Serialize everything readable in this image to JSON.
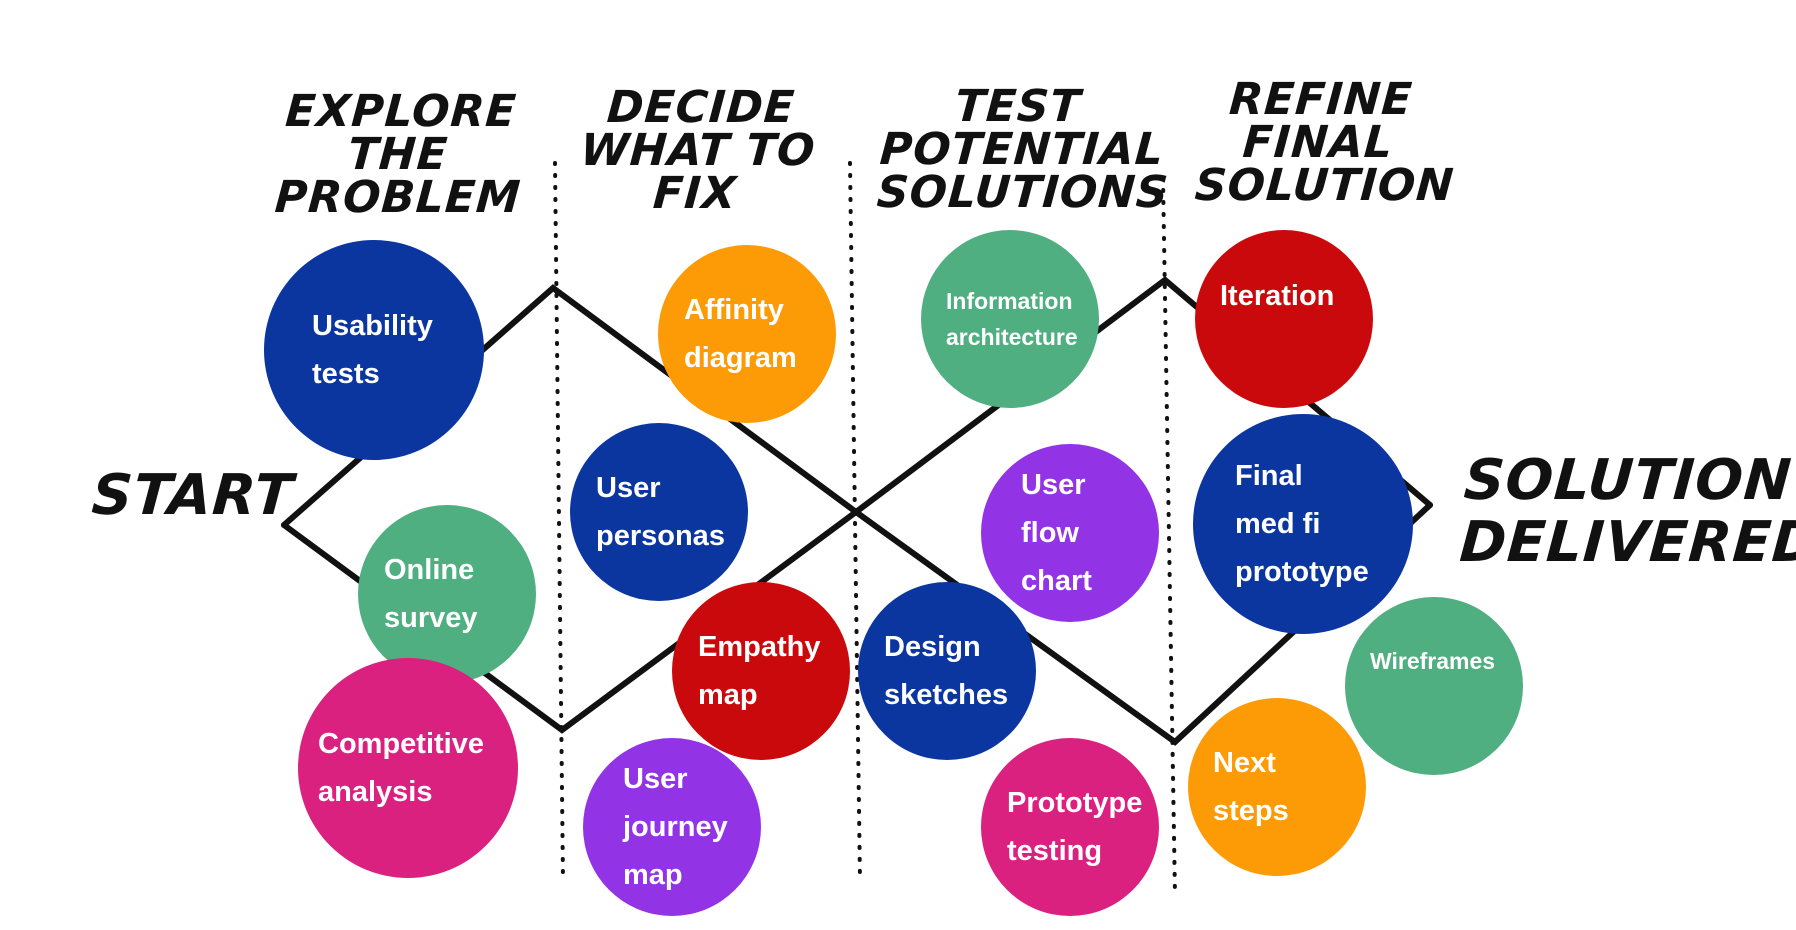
{
  "colors": {
    "navy": "#0B36A0",
    "green": "#4FAF80",
    "magenta": "#DB2180",
    "orange": "#FD9B06",
    "purple": "#9333E6",
    "red": "#C9090C",
    "line": "#111111"
  },
  "start_label": "START",
  "end_label": "SOLUTION\nDELIVERED",
  "phases": [
    {
      "title": "EXPLORE\nTHE\nPROBLEM"
    },
    {
      "title": "DECIDE\nWHAT TO\nFIX"
    },
    {
      "title": "TEST\nPOTENTIAL\nSOLUTIONS"
    },
    {
      "title": "REFINE\nFINAL\nSOLUTION"
    }
  ],
  "methods": [
    {
      "label": "Usability\ntests",
      "color": "navy"
    },
    {
      "label": "Online\nsurvey",
      "color": "green"
    },
    {
      "label": "Competitive\nanalysis",
      "color": "magenta"
    },
    {
      "label": "Affinity\ndiagram",
      "color": "orange"
    },
    {
      "label": "User\npersonas",
      "color": "navy"
    },
    {
      "label": "Empathy\nmap",
      "color": "red"
    },
    {
      "label": "User\njourney\nmap",
      "color": "purple"
    },
    {
      "label": "Information\narchitecture",
      "color": "green"
    },
    {
      "label": "User\nflow\nchart",
      "color": "purple"
    },
    {
      "label": "Design\nsketches",
      "color": "navy"
    },
    {
      "label": "Prototype\ntesting",
      "color": "magenta"
    },
    {
      "label": "Iteration",
      "color": "red"
    },
    {
      "label": "Final\nmed fi\nprototype",
      "color": "navy"
    },
    {
      "label": "Wireframes",
      "color": "green"
    },
    {
      "label": "Next\nsteps",
      "color": "orange"
    }
  ]
}
